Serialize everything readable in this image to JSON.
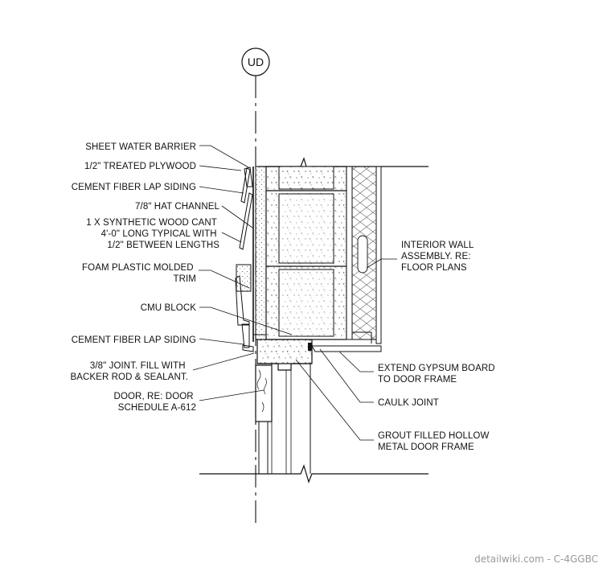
{
  "detail_tag": "UD",
  "labels_left": [
    {
      "id": "sheet-water-barrier",
      "lines": [
        "SHEET WATER BARRIER"
      ]
    },
    {
      "id": "treated-plywood",
      "lines": [
        "1/2\" TREATED PLYWOOD"
      ]
    },
    {
      "id": "cement-fiber-lap-siding-top",
      "lines": [
        "CEMENT FIBER LAP SIDING"
      ]
    },
    {
      "id": "hat-channel",
      "lines": [
        "7/8\" HAT CHANNEL"
      ]
    },
    {
      "id": "synthetic-wood-cant",
      "lines": [
        "1 X SYNTHETIC WOOD CANT",
        "4'-0\" LONG TYPICAL WITH",
        "1/2\" BETWEEN LENGTHS"
      ]
    },
    {
      "id": "foam-plastic-trim",
      "lines": [
        "FOAM PLASTIC MOLDED",
        "TRIM"
      ]
    },
    {
      "id": "cmu-block",
      "lines": [
        "CMU BLOCK"
      ]
    },
    {
      "id": "cement-fiber-lap-siding-bottom",
      "lines": [
        "CEMENT FIBER LAP SIDING"
      ]
    },
    {
      "id": "joint-fill",
      "lines": [
        "3/8\" JOINT. FILL WITH",
        "BACKER ROD & SEALANT."
      ]
    },
    {
      "id": "door",
      "lines": [
        "DOOR, RE: DOOR",
        "SCHEDULE A-612"
      ]
    }
  ],
  "labels_right": [
    {
      "id": "interior-wall-assembly",
      "lines": [
        "INTERIOR WALL",
        "ASSEMBLY. RE:",
        "FLOOR PLANS"
      ]
    },
    {
      "id": "extend-gypsum-board",
      "lines": [
        "EXTEND GYPSUM BOARD",
        "TO DOOR FRAME"
      ]
    },
    {
      "id": "caulk-joint",
      "lines": [
        "CAULK JOINT"
      ]
    },
    {
      "id": "grout-filled-frame",
      "lines": [
        "GROUT FILLED HOLLOW",
        "METAL DOOR FRAME"
      ]
    }
  ],
  "watermark": "detailwiki.com - C-4GGBC"
}
